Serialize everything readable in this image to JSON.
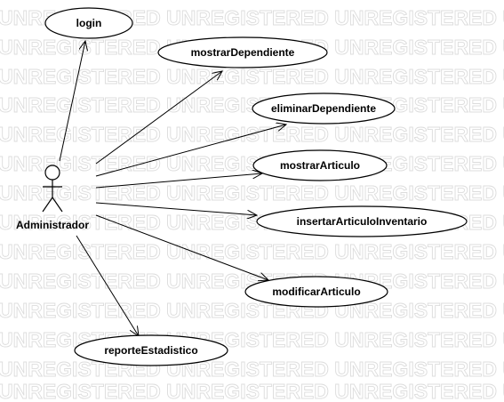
{
  "watermark": {
    "text": "UNREGISTERED UNREGISTERED UNREGISTERED UNREGISTERED"
  },
  "actor": {
    "name": "Administrador"
  },
  "use_cases": [
    {
      "id": "login",
      "label": "login"
    },
    {
      "id": "mostrar-dependiente",
      "label": "mostrarDependiente"
    },
    {
      "id": "eliminar-dependiente",
      "label": "eliminarDependiente"
    },
    {
      "id": "mostrar-articulo",
      "label": "mostrarArticulo"
    },
    {
      "id": "insertar-articulo-inventario",
      "label": "insertarArticuloInventario"
    },
    {
      "id": "modificar-articulo",
      "label": "modificarArticulo"
    },
    {
      "id": "reporte-estadistico",
      "label": "reporteEstadistico"
    }
  ],
  "colors": {
    "line": "#000000",
    "watermark": "#dcdcdc",
    "background": "#ffffff"
  }
}
